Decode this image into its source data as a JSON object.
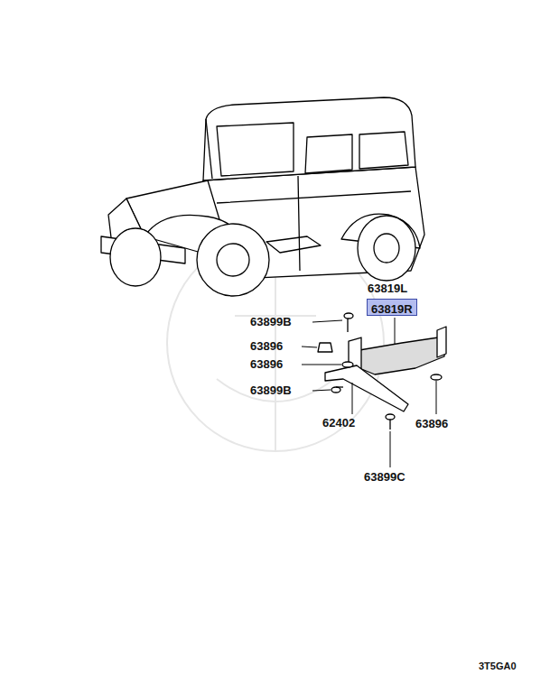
{
  "diagram": {
    "nodes": [
      {
        "text": [
          "63819R"
        ]
      }
    ],
    "labels": [
      "63819L",
      "63899B",
      "63896",
      "63896",
      "63899B",
      "62402",
      "63896",
      "63899C",
      "3T5GA0"
    ]
  }
}
